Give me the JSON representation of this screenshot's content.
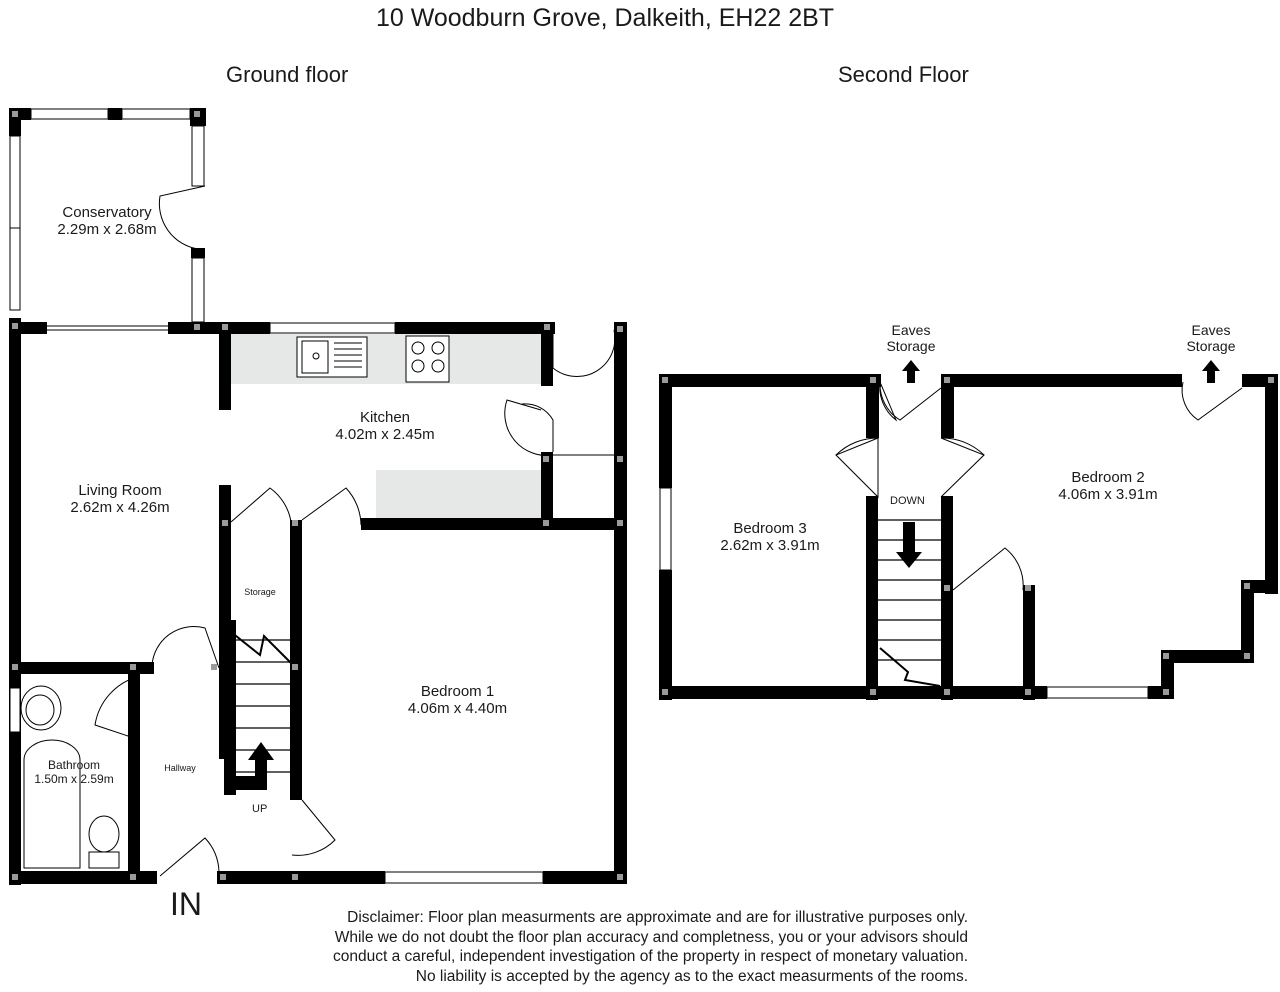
{
  "title": "10 Woodburn Grove, Dalkeith, EH22 2BT",
  "floors": {
    "ground": "Ground floor",
    "second": "Second Floor"
  },
  "rooms": {
    "conservatory": {
      "name": "Conservatory",
      "dims": "2.29m x 2.68m"
    },
    "kitchen": {
      "name": "Kitchen",
      "dims": "4.02m x 2.45m"
    },
    "living_room": {
      "name": "Living Room",
      "dims": "2.62m x 4.26m"
    },
    "bedroom1": {
      "name": "Bedroom 1",
      "dims": "4.06m x 4.40m"
    },
    "bathroom": {
      "name": "Bathroom",
      "dims": "1.50m x 2.59m"
    },
    "bedroom3": {
      "name": "Bedroom 3",
      "dims": "2.62m x 3.91m"
    },
    "bedroom2": {
      "name": "Bedroom 2",
      "dims": "4.06m x 3.91m"
    }
  },
  "labels": {
    "storage": "Storage",
    "hallway": "Hallway",
    "up": "UP",
    "down": "DOWN",
    "entrance": "IN",
    "eaves_left": [
      "Eaves",
      "Storage"
    ],
    "eaves_right": [
      "Eaves",
      "Storage"
    ]
  },
  "disclaimer": [
    "Disclaimer:  Floor plan measurments are approximate and are for illustrative purposes only.",
    "While we do not doubt the floor plan accuracy and completness, you or your advisors should",
    "conduct a careful, independent investigation of the property in respect of monetary valuation.",
    "No liability is accepted by the agency as to the exact measurments of the rooms."
  ],
  "colors": {
    "wall": "#000000",
    "counter": "#e6e8e8",
    "window": "#ffffff"
  }
}
